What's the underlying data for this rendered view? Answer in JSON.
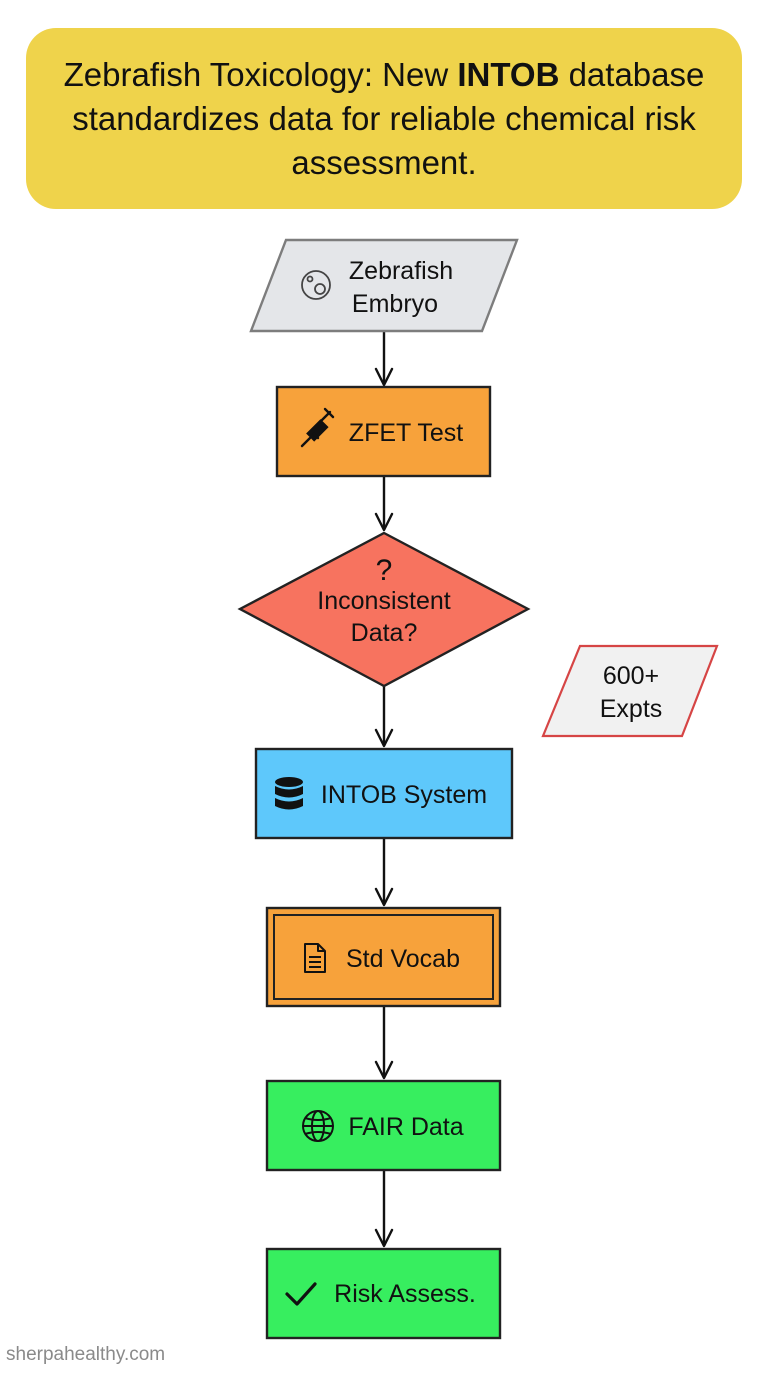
{
  "banner": {
    "title_part1": "Zebrafish Toxicology: New ",
    "title_bold": "INTOB",
    "title_part2": " database standardizes data for reliable chemical risk assessment."
  },
  "nodes": {
    "embryo": {
      "line1": "Zebrafish",
      "line2": "Embryo",
      "icon": "embryo-icon",
      "color": "#e4e6e9"
    },
    "zfet": {
      "label": "ZFET Test",
      "icon": "syringe-icon",
      "color": "#f7a23b"
    },
    "decision": {
      "mark": "?",
      "line1": "Inconsistent",
      "line2": "Data?",
      "color": "#f7735f"
    },
    "intob": {
      "label": "INTOB System",
      "icon": "database-icon",
      "color": "#5ec8fb"
    },
    "vocab": {
      "label": "Std Vocab",
      "icon": "document-icon",
      "color": "#f7a23b"
    },
    "fair": {
      "label": "FAIR Data",
      "icon": "globe-icon",
      "color": "#37ee5f"
    },
    "risk": {
      "label": "Risk Assess.",
      "icon": "checkmark-icon",
      "color": "#37ee5f"
    }
  },
  "side_note": {
    "line1": "600+",
    "line2": "Expts",
    "border_color": "#d64545",
    "fill": "#f1f1f1"
  },
  "watermark": "sherpahealthy.com"
}
